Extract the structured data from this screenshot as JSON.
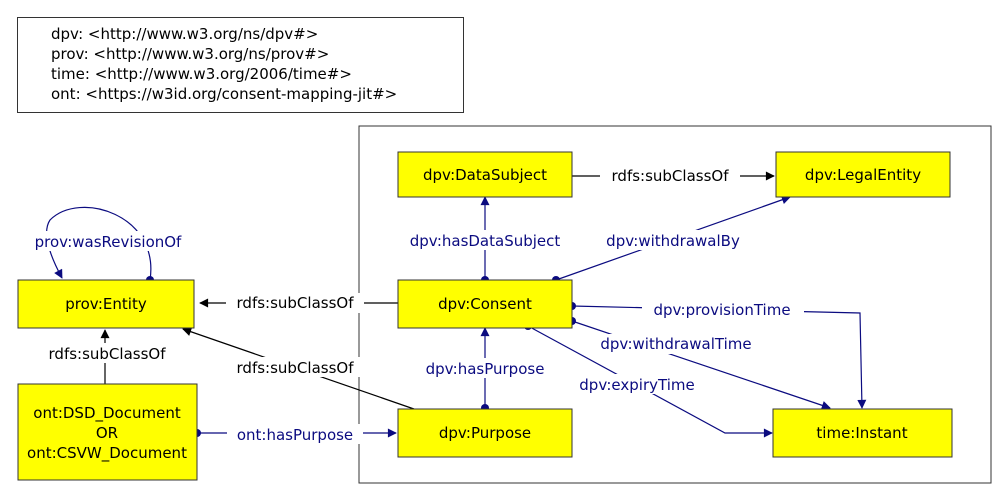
{
  "prefixes": [
    "dpv: <http://www.w3.org/ns/dpv#>",
    "prov: <http://www.w3.org/ns/prov#>",
    "time: <http://www.w3.org/2006/time#>",
    "ont: <https://w3id.org/consent-mapping-jit#>"
  ],
  "nodes": {
    "data_subject": "dpv:DataSubject",
    "legal_entity": "dpv:LegalEntity",
    "prov_entity": "prov:Entity",
    "consent": "dpv:Consent",
    "purpose": "dpv:Purpose",
    "time_instant": "time:Instant",
    "document": [
      "ont:DSD_Document",
      "OR",
      "ont:CSVW_Document"
    ]
  },
  "edges": {
    "subclass_ds_le": "rdfs:subClassOf",
    "has_data_subject": "dpv:hasDataSubject",
    "withdrawal_by": "dpv:withdrawalBy",
    "was_revision_of": "prov:wasRevisionOf",
    "subclass_consent_entity": "rdfs:subClassOf",
    "provision_time": "dpv:provisionTime",
    "withdrawal_time": "dpv:withdrawalTime",
    "subclass_doc_entity": "rdfs:subClassOf",
    "subclass_purpose_entity": "rdfs:subClassOf",
    "has_purpose": "dpv:hasPurpose",
    "expiry_time": "dpv:expiryTime",
    "ont_has_purpose": "ont:hasPurpose"
  },
  "colors": {
    "node_fill": "#ffff00",
    "node_stroke": "#333333",
    "blue_edge": "#0b0b80",
    "black_edge": "#000000"
  }
}
